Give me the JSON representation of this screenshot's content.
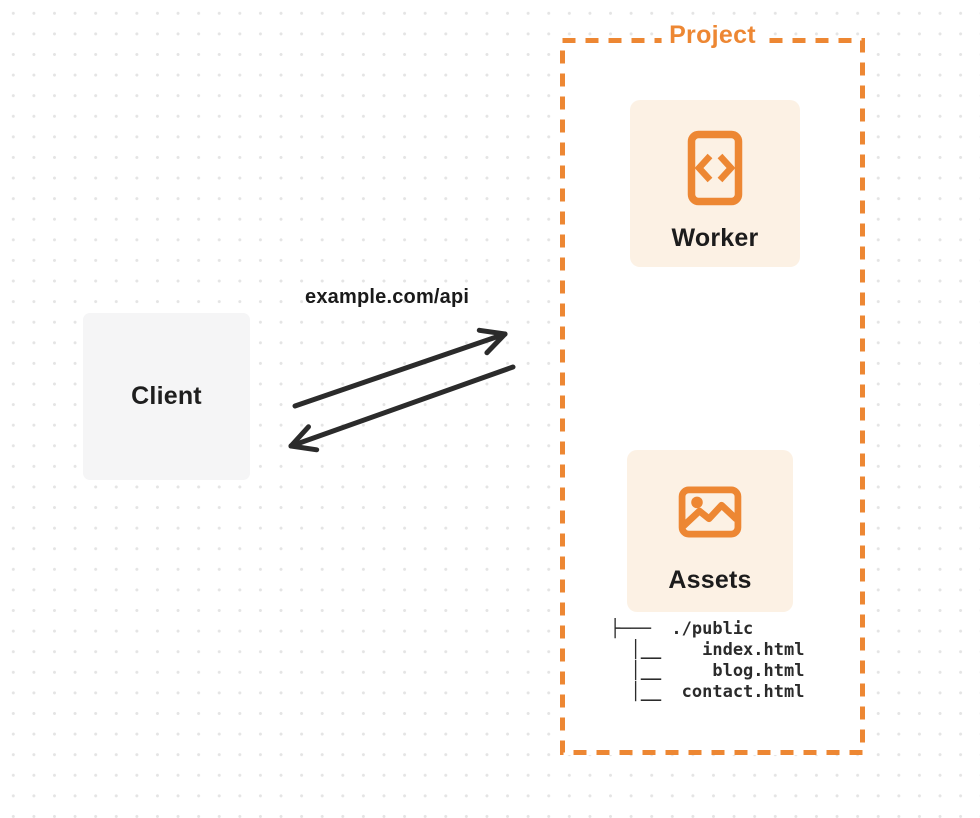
{
  "diagram_title": "Client to Project routing diagram",
  "colors": {
    "accent_orange": "#ED8733",
    "card_background": "#FCF1E4",
    "client_background": "#F5F5F6",
    "ink": "#1C1C1C",
    "arrow": "#2B2B2B",
    "dot_grid": "#E4E4E4"
  },
  "client": {
    "label": "Client"
  },
  "request": {
    "label": "example.com/api"
  },
  "project": {
    "label": "Project",
    "worker": {
      "label": "Worker",
      "icon": "code-document-icon"
    },
    "assets": {
      "label": "Assets",
      "icon": "image-icon"
    },
    "file_tree": {
      "root": "./public",
      "files": [
        "index.html",
        "blog.html",
        "contact.html"
      ],
      "ascii": "├───  ./public\n  │__    index.html\n  │__     blog.html\n  │__  contact.html"
    }
  }
}
